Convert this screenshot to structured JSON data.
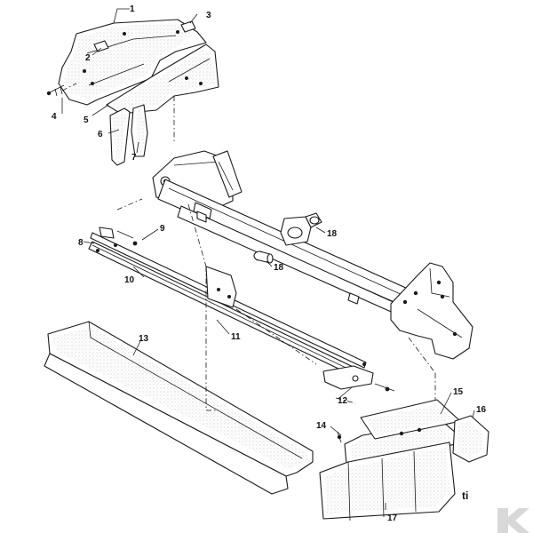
{
  "callouts": [
    {
      "id": "c1",
      "label": "1"
    },
    {
      "id": "c2",
      "label": "2"
    },
    {
      "id": "c3",
      "label": "3"
    },
    {
      "id": "c4",
      "label": "4"
    },
    {
      "id": "c5",
      "label": "5"
    },
    {
      "id": "c6",
      "label": "6"
    },
    {
      "id": "c7",
      "label": "7"
    },
    {
      "id": "c8",
      "label": "8"
    },
    {
      "id": "c9",
      "label": "9"
    },
    {
      "id": "c10",
      "label": "10"
    },
    {
      "id": "c11",
      "label": "11"
    },
    {
      "id": "c12",
      "label": "12"
    },
    {
      "id": "c13",
      "label": "13"
    },
    {
      "id": "c14",
      "label": "14"
    },
    {
      "id": "c15",
      "label": "15"
    },
    {
      "id": "c16",
      "label": "16"
    },
    {
      "id": "c17",
      "label": "17"
    },
    {
      "id": "c18a",
      "label": "18"
    },
    {
      "id": "c18b",
      "label": "18"
    }
  ],
  "corner_mark": {
    "text": "ti"
  },
  "colors": {
    "line": "#1a1a1a",
    "stipple": "#9a9a9a",
    "watermark": "#c4c4c4"
  }
}
